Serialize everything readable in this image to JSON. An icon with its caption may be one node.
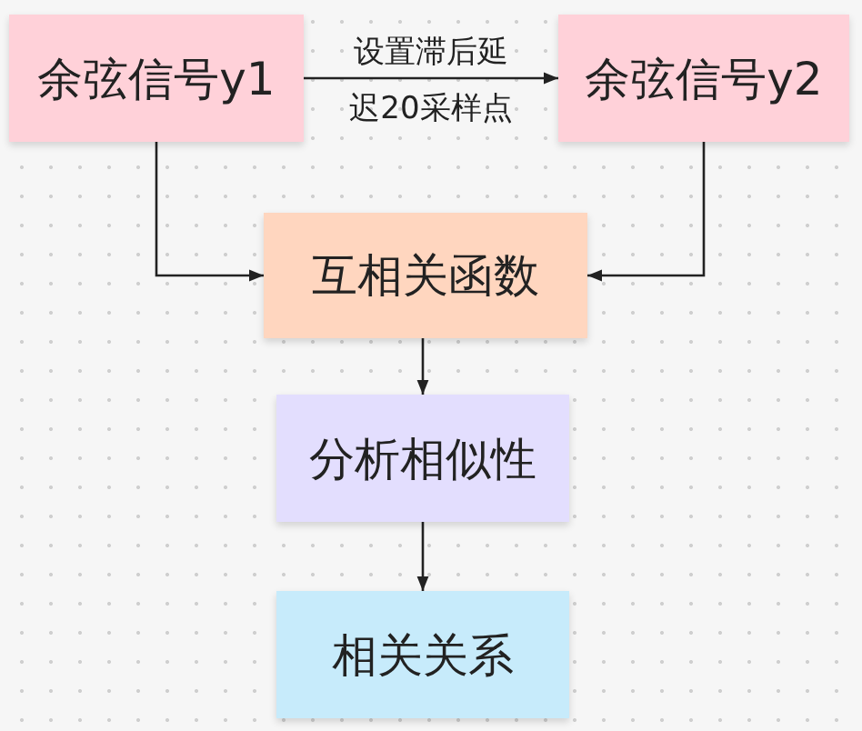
{
  "diagram": {
    "nodes": [
      {
        "text": [
          "余弦信号y1"
        ]
      },
      {
        "text": [
          "余弦信号y2"
        ]
      },
      {
        "text": [
          "互相关函数"
        ]
      },
      {
        "text": [
          "分析相似性"
        ]
      },
      {
        "text": [
          "相关关系"
        ]
      }
    ],
    "edges": [
      {
        "from": 0,
        "to": 1,
        "arrow": "to",
        "label": "设置滞后延迟20采样点"
      },
      {
        "from": 0,
        "to": 2,
        "arrow": "to"
      },
      {
        "from": 1,
        "to": 2,
        "arrow": "to"
      },
      {
        "from": 2,
        "to": 3,
        "arrow": "to"
      },
      {
        "from": 3,
        "to": 4,
        "arrow": "to"
      }
    ]
  }
}
